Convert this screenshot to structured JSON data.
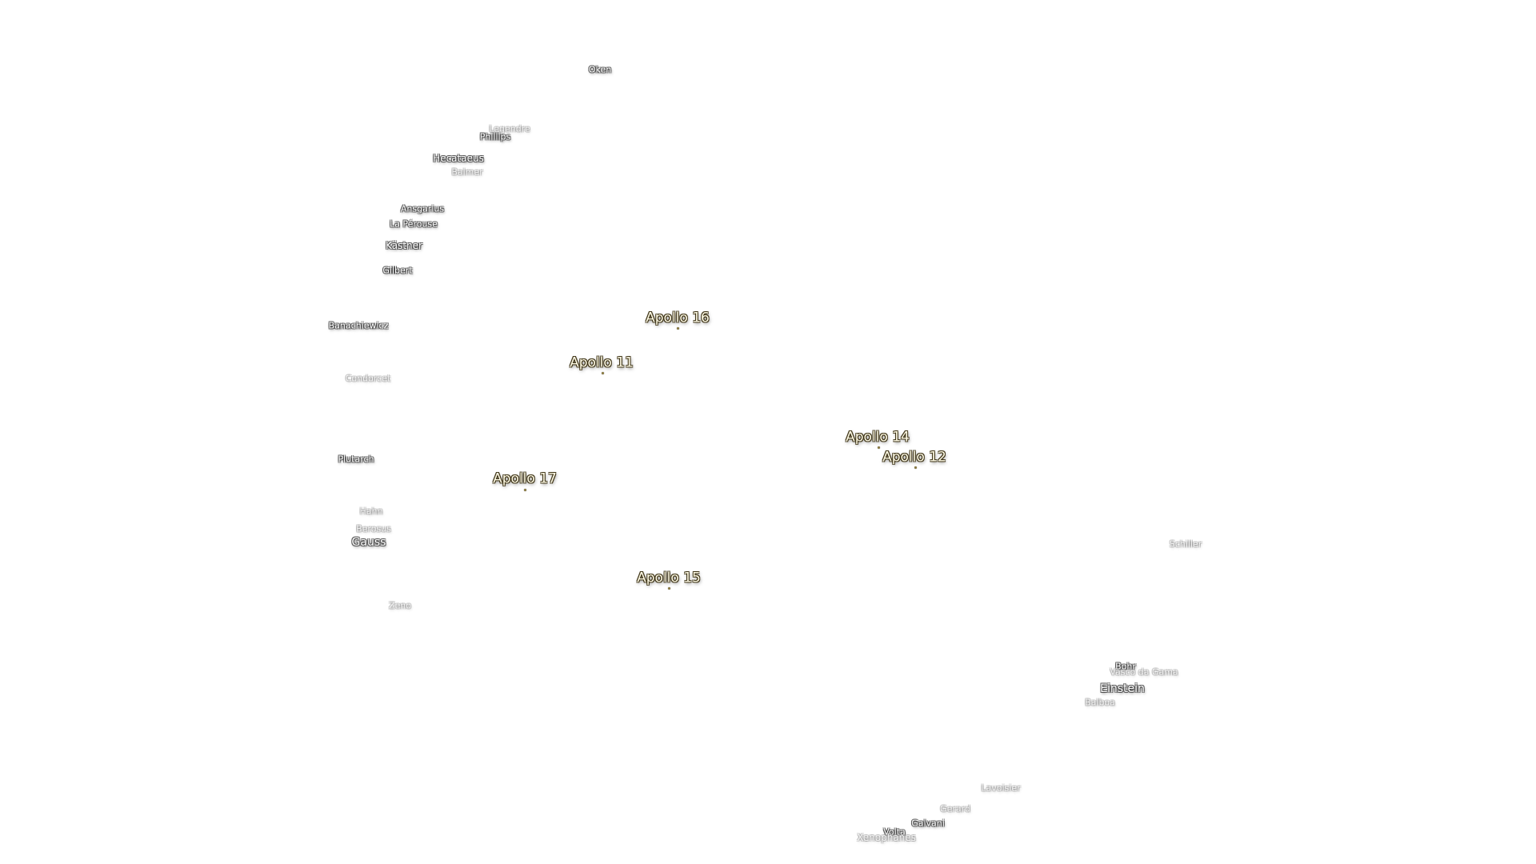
{
  "map": {
    "apollo_sites": [
      {
        "key": "apollo16",
        "name": "Apollo 16"
      },
      {
        "key": "apollo11",
        "name": "Apollo 11"
      },
      {
        "key": "apollo14",
        "name": "Apollo 14"
      },
      {
        "key": "apollo12",
        "name": "Apollo 12"
      },
      {
        "key": "apollo17",
        "name": "Apollo 17"
      },
      {
        "key": "apollo15",
        "name": "Apollo 15"
      }
    ],
    "craters": [
      {
        "key": "oken",
        "name": "Oken"
      },
      {
        "key": "legendre",
        "name": "Legendre"
      },
      {
        "key": "phillips",
        "name": "Phillips"
      },
      {
        "key": "hecataeus",
        "name": "Hecataeus"
      },
      {
        "key": "balmer",
        "name": "Balmer"
      },
      {
        "key": "ansgarius",
        "name": "Ansgarius"
      },
      {
        "key": "laperouse",
        "name": "La Pérouse"
      },
      {
        "key": "kastner",
        "name": "Kästner"
      },
      {
        "key": "gilbert",
        "name": "Gilbert"
      },
      {
        "key": "banachiewicz",
        "name": "Banachiewicz"
      },
      {
        "key": "condorcet",
        "name": "Condorcet"
      },
      {
        "key": "plutarch",
        "name": "Plutarch"
      },
      {
        "key": "hahn",
        "name": "Hahn"
      },
      {
        "key": "berosus",
        "name": "Berosus"
      },
      {
        "key": "gauss",
        "name": "Gauss"
      },
      {
        "key": "zeno",
        "name": "Zeno"
      },
      {
        "key": "schiller",
        "name": "Schiller"
      },
      {
        "key": "bohr",
        "name": "Bohr"
      },
      {
        "key": "vascodagama",
        "name": "Vasco da Gama"
      },
      {
        "key": "einstein",
        "name": "Einstein"
      },
      {
        "key": "balboa",
        "name": "Balboa"
      },
      {
        "key": "lavoisier",
        "name": "Lavoisier"
      },
      {
        "key": "gerard",
        "name": "Gerard"
      },
      {
        "key": "galvani",
        "name": "Galvani"
      },
      {
        "key": "volta",
        "name": "Volta"
      },
      {
        "key": "xenophanes",
        "name": "Xenophanes"
      }
    ]
  }
}
